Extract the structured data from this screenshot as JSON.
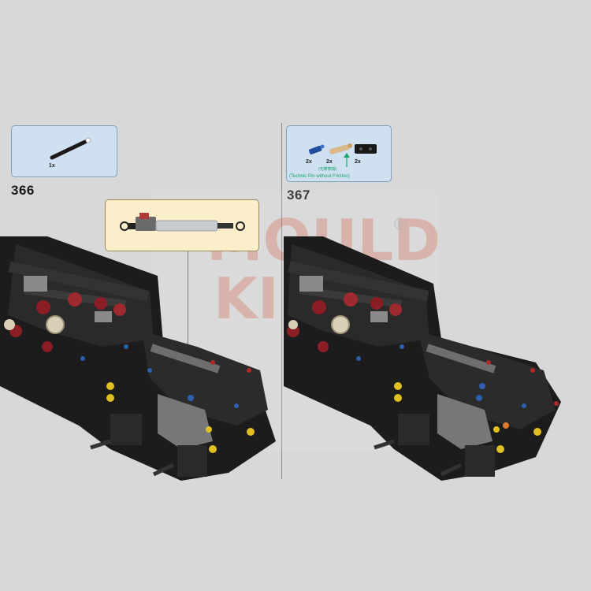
{
  "steps": [
    {
      "number": "366",
      "parts": [
        {
          "qty": "1x",
          "icon": "technic-axle-icon"
        }
      ]
    },
    {
      "number": "367",
      "parts": [
        {
          "qty": "2x",
          "icon": "blue-connector-icon"
        },
        {
          "qty": "2x",
          "icon": "tan-technic-pin-icon"
        },
        {
          "qty": "2x",
          "icon": "black-beam-icon"
        }
      ],
      "note_cn": "(无摩擦销)",
      "note_en": "(Technic Pin without Friction)"
    }
  ],
  "callout": {
    "icon": "shock-absorber-icon"
  },
  "watermark": {
    "logo": "MOULD KING",
    "mark": "®"
  },
  "colors": {
    "parts_box": "#cfe0f0",
    "callout": "#faeecb",
    "note": "#1aa36a",
    "background": "#d8d8d8"
  }
}
